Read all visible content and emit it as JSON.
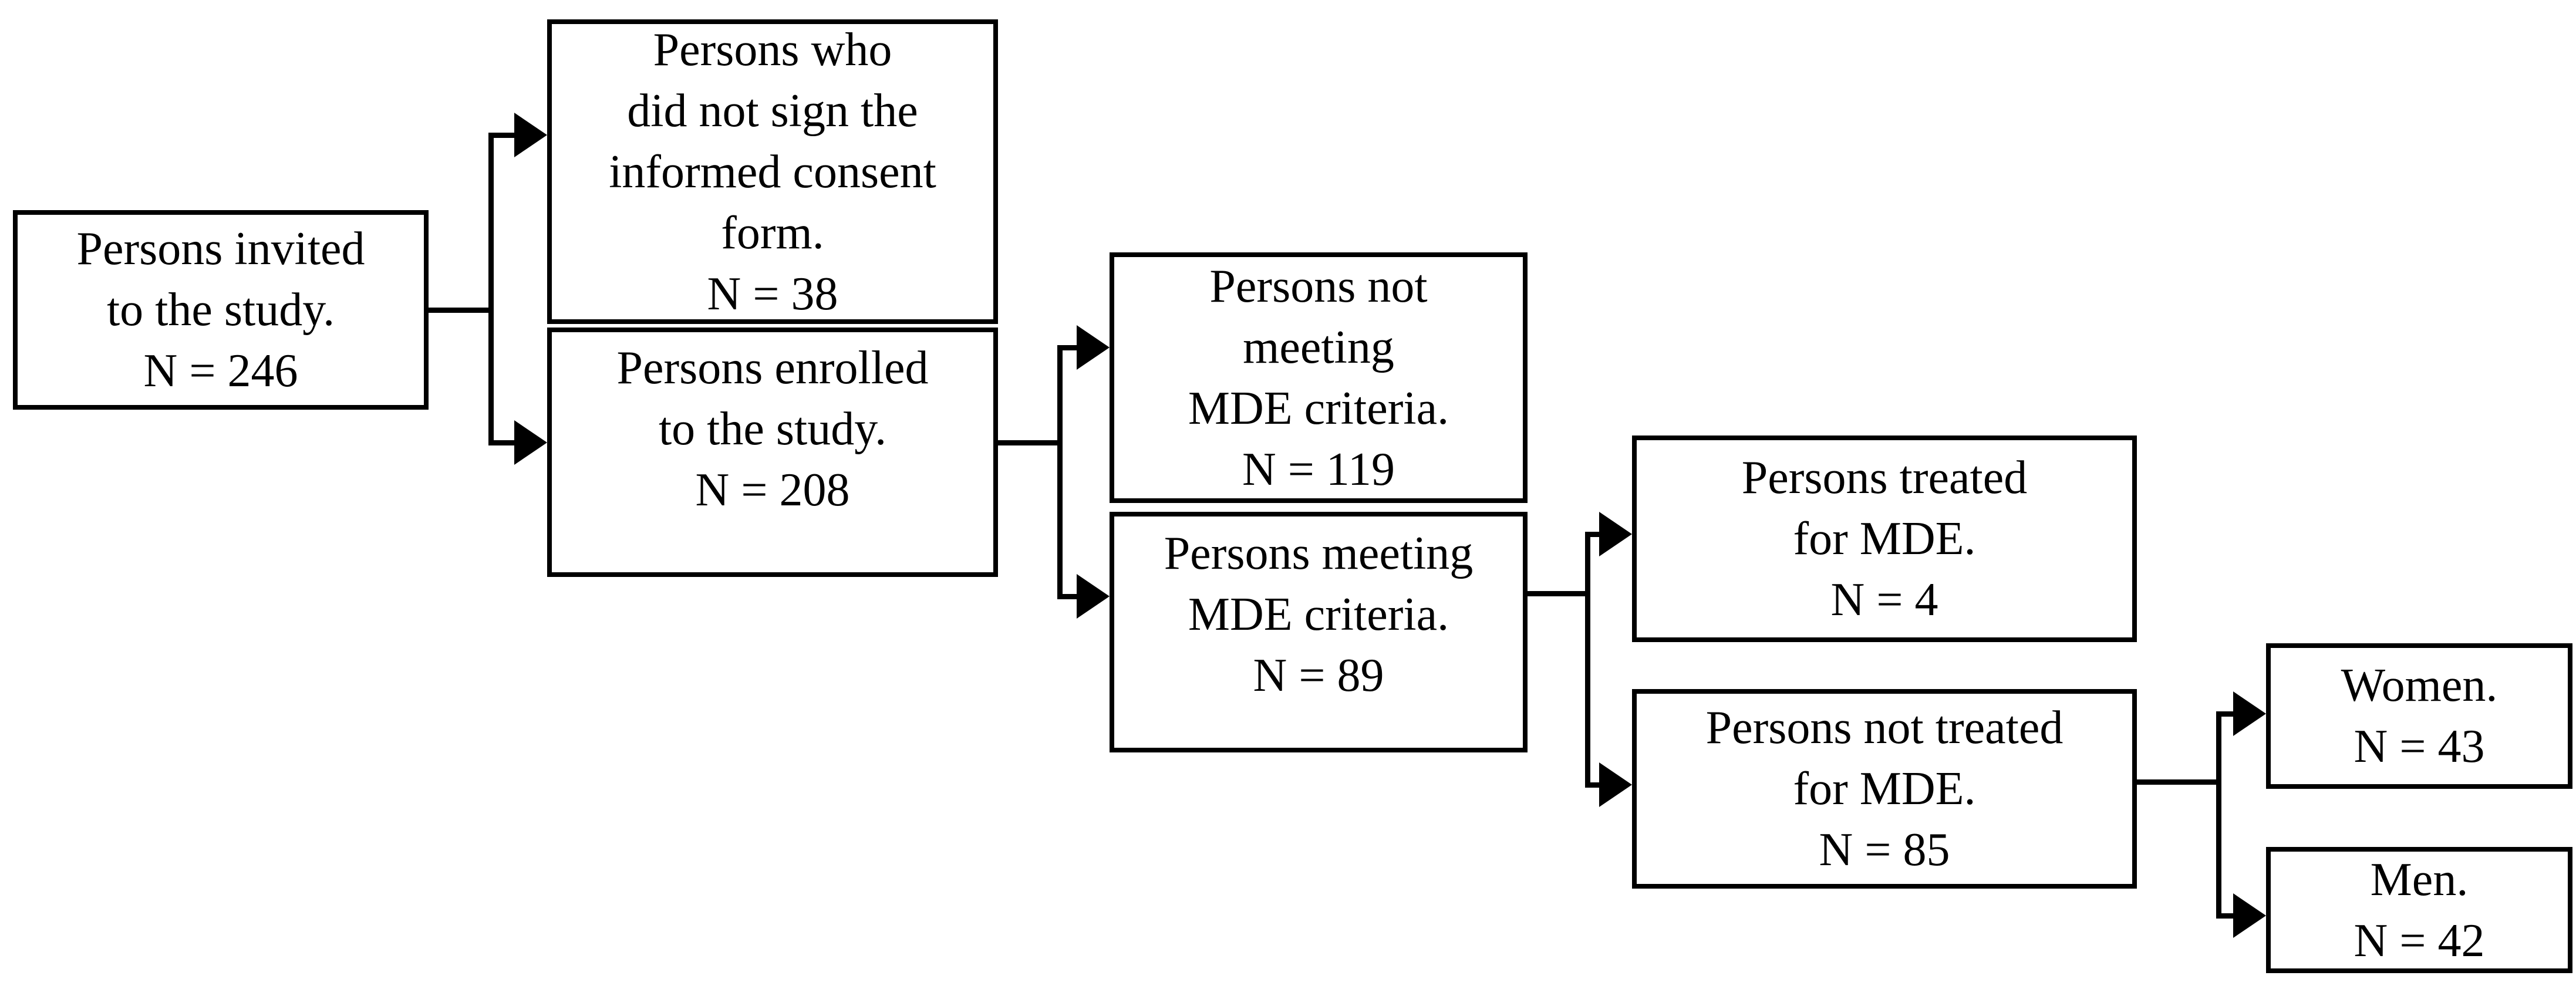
{
  "diagram": {
    "background": "#ffffff",
    "line_color": "#000000",
    "text_color": "#000000",
    "nodes": [
      {
        "id": "invited",
        "n": 246,
        "lines": [
          "Persons invited",
          "to the study.",
          "N = 246"
        ]
      },
      {
        "id": "not-signed",
        "n": 38,
        "lines": [
          "Persons who",
          "did not sign the",
          "informed consent",
          "form.",
          "N = 38"
        ]
      },
      {
        "id": "enrolled",
        "n": 208,
        "lines": [
          "Persons enrolled",
          "to the study.",
          "N = 208"
        ]
      },
      {
        "id": "not-meeting-mde",
        "n": 119,
        "lines": [
          "Persons not",
          "meeting",
          "MDE criteria.",
          "N = 119"
        ]
      },
      {
        "id": "meeting-mde",
        "n": 89,
        "lines": [
          "Persons meeting",
          "MDE criteria.",
          "N = 89"
        ]
      },
      {
        "id": "treated",
        "n": 4,
        "lines": [
          "Persons treated",
          "for MDE.",
          "N = 4"
        ]
      },
      {
        "id": "not-treated",
        "n": 85,
        "lines": [
          "Persons not treated",
          "for MDE.",
          "N = 85"
        ]
      },
      {
        "id": "women",
        "n": 43,
        "lines": [
          "Women.",
          "N = 43"
        ]
      },
      {
        "id": "men",
        "n": 42,
        "lines": [
          "Men.",
          "N = 42"
        ]
      }
    ],
    "edges": [
      {
        "from": "invited",
        "to": "not-signed"
      },
      {
        "from": "invited",
        "to": "enrolled"
      },
      {
        "from": "enrolled",
        "to": "not-meeting-mde"
      },
      {
        "from": "enrolled",
        "to": "meeting-mde"
      },
      {
        "from": "meeting-mde",
        "to": "treated"
      },
      {
        "from": "meeting-mde",
        "to": "not-treated"
      },
      {
        "from": "not-treated",
        "to": "women"
      },
      {
        "from": "not-treated",
        "to": "men"
      }
    ]
  }
}
